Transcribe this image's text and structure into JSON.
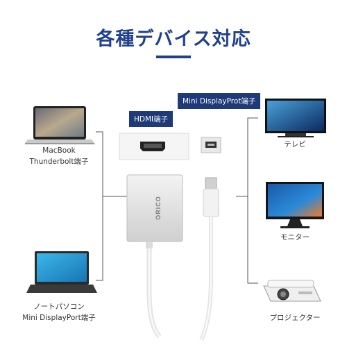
{
  "title": "各種デバイス対応",
  "tags": {
    "hdmi": "HDMI端子",
    "mini_dp": "Mini DisplayProt端子"
  },
  "left_devices": {
    "macbook": [
      "MacBook",
      "Thunderbolt端子"
    ],
    "laptop": [
      "ノートパソコン",
      "Mini DisplayPort端子"
    ]
  },
  "right_devices": {
    "tv": "テレビ",
    "monitor": "モニター",
    "projector": "プロジェクター"
  },
  "adapter_logo": "ORICO",
  "colors": {
    "title": "#1f3f8f",
    "tag": "#1e3a78",
    "line": "#555555"
  }
}
